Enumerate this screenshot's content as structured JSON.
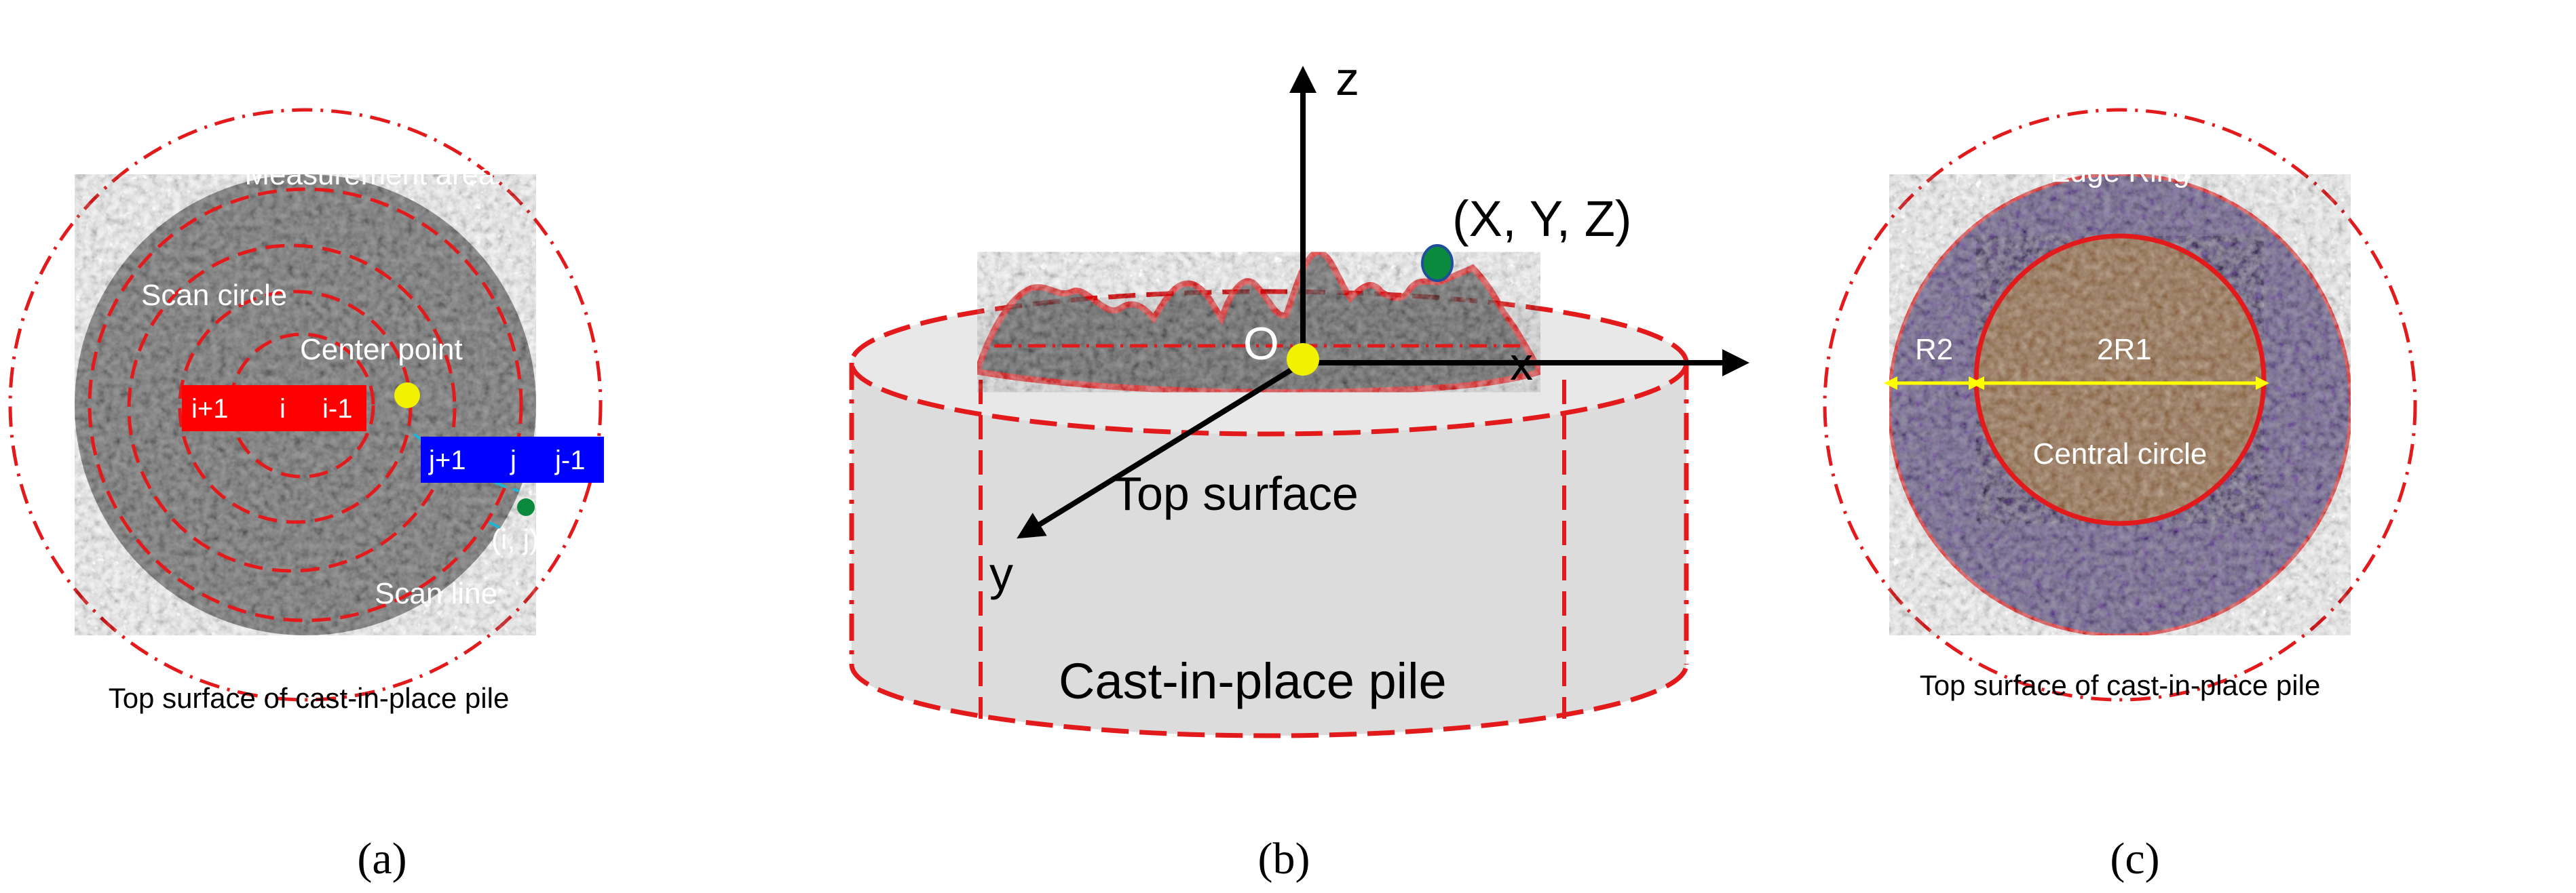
{
  "panel_a": {
    "measurement_area": "Measurement area",
    "scan_circle": "Scan circle",
    "center_point": "Center point",
    "row_i": [
      "i+1",
      "i",
      "i-1"
    ],
    "row_j": [
      "j+1",
      "j",
      "j-1"
    ],
    "ij": "(i, j)",
    "scan_line": "Scan line",
    "caption": "Top surface of cast-in-place pile",
    "label": "(a)"
  },
  "panel_b": {
    "z": "z",
    "point": "(X, Y, Z)",
    "origin": "O",
    "x": "x",
    "y": "y",
    "top_surface": "Top surface",
    "pile": "Cast-in-place pile",
    "label": "(b)"
  },
  "panel_c": {
    "edge_ring": "Edge Ring",
    "r2": "R2",
    "two_r1": "2R1",
    "central_circle": "Central circle",
    "caption": "Top surface of cast-in-place pile",
    "label": "(c)"
  },
  "colors": {
    "dash_red": "#e31a1c",
    "texture_gray": "#5f5f5f",
    "row_red": "#ff0000",
    "row_blue": "#0000ff",
    "center_yellow": "#f2f200",
    "point_green": "#0a8a3c",
    "ring_purple": "#5b4a80",
    "core_tan": "#b48d5a",
    "cylinder_gray": "#dcdcdc",
    "arrow_yellow": "#ffff00",
    "scanline_cyan": "#1fb5d6"
  }
}
